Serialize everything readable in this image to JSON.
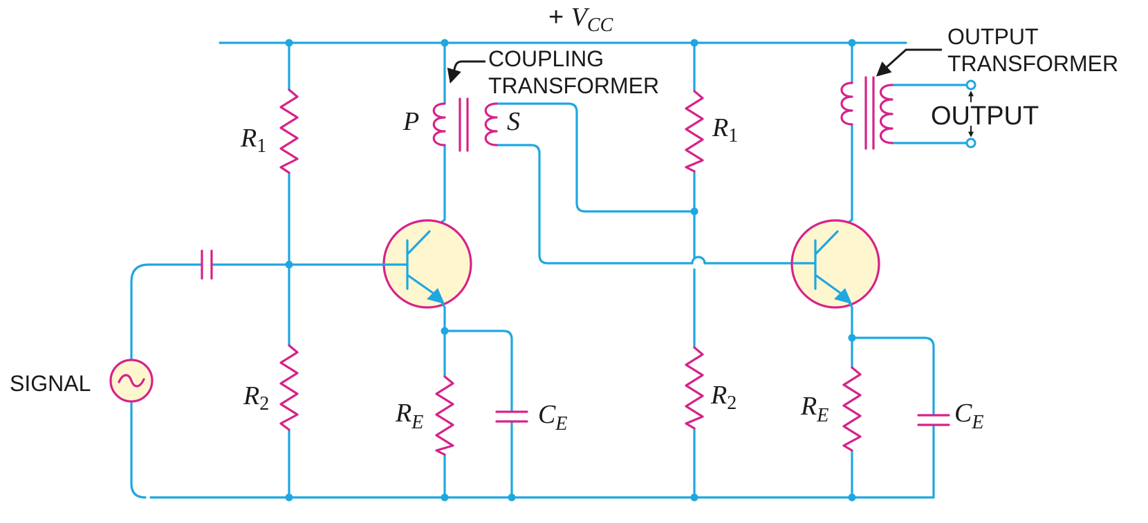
{
  "colors": {
    "wire": "#1ea7e0",
    "component": "#d6228a",
    "transistor_fill": "#fdf6cf",
    "text": "#1a1a1a"
  },
  "supply": {
    "prefix": "+ ",
    "symbol": "V",
    "subscript": "CC"
  },
  "coupling_transformer": {
    "line1": "COUPLING",
    "line2": "TRANSFORMER",
    "primary": "P",
    "secondary": "S"
  },
  "output_transformer": {
    "line1": "OUTPUT",
    "line2": "TRANSFORMER"
  },
  "output_label": "OUTPUT",
  "signal_label": "SIGNAL",
  "stage1": {
    "r1": {
      "symbol": "R",
      "subscript": "1"
    },
    "r2": {
      "symbol": "R",
      "subscript": "2"
    },
    "re": {
      "symbol": "R",
      "subscript": "E"
    },
    "ce": {
      "symbol": "C",
      "subscript": "E"
    }
  },
  "stage2": {
    "r1": {
      "symbol": "R",
      "subscript": "1"
    },
    "r2": {
      "symbol": "R",
      "subscript": "2"
    },
    "re": {
      "symbol": "R",
      "subscript": "E"
    },
    "ce": {
      "symbol": "C",
      "subscript": "E"
    }
  }
}
